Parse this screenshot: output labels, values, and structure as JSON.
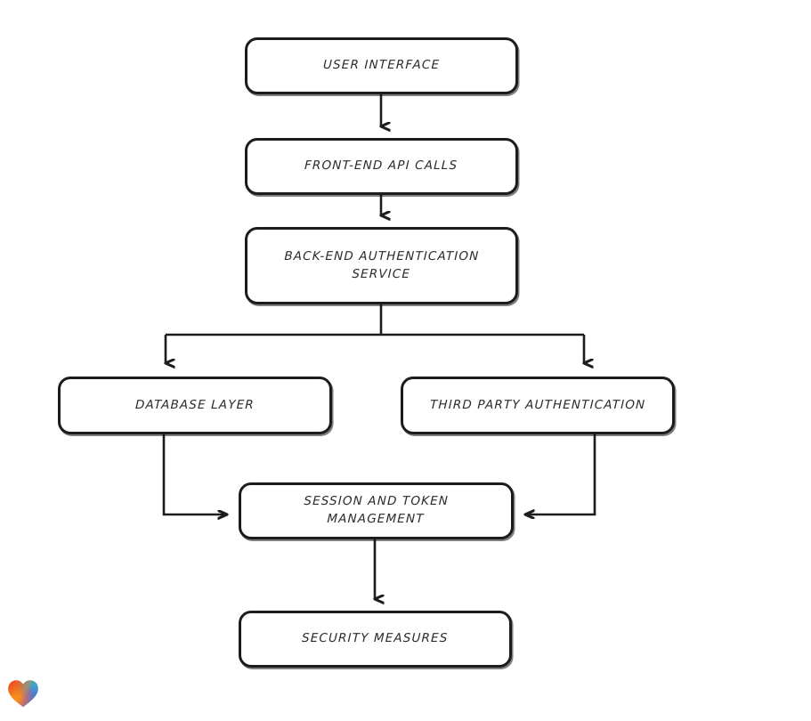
{
  "diagram": {
    "type": "flowchart",
    "orientation": "top-to-bottom",
    "background_color": "#ffffff",
    "stroke_color": "#1c1c1c",
    "text_color": "#2b2b2b",
    "nodes": [
      {
        "id": "user-interface",
        "label": "User Interface",
        "shape": "rounded-rectangle"
      },
      {
        "id": "frontend-api-calls",
        "label": "Front-End API Calls",
        "shape": "rounded-rectangle"
      },
      {
        "id": "backend-auth-service",
        "label": "Back-End Authentication\nService",
        "shape": "rounded-rectangle"
      },
      {
        "id": "database-layer",
        "label": "Database Layer",
        "shape": "rounded-rectangle"
      },
      {
        "id": "third-party-auth",
        "label": "Third Party Authentication",
        "shape": "rounded-rectangle"
      },
      {
        "id": "session-token-mgmt",
        "label": "Session and Token\nManagement",
        "shape": "rounded-rectangle"
      },
      {
        "id": "security-measures",
        "label": "Security Measures",
        "shape": "rounded-rectangle"
      }
    ],
    "edges": [
      {
        "from": "user-interface",
        "to": "frontend-api-calls",
        "style": "straight-arrow",
        "direction": "down"
      },
      {
        "from": "frontend-api-calls",
        "to": "backend-auth-service",
        "style": "straight-arrow",
        "direction": "down"
      },
      {
        "from": "backend-auth-service",
        "to": "database-layer",
        "style": "elbow-arrow",
        "direction": "down-left"
      },
      {
        "from": "backend-auth-service",
        "to": "third-party-auth",
        "style": "elbow-arrow",
        "direction": "down-right"
      },
      {
        "from": "database-layer",
        "to": "session-token-mgmt",
        "style": "elbow-arrow",
        "direction": "down-right"
      },
      {
        "from": "third-party-auth",
        "to": "session-token-mgmt",
        "style": "elbow-arrow",
        "direction": "down-left"
      },
      {
        "from": "session-token-mgmt",
        "to": "security-measures",
        "style": "straight-arrow",
        "direction": "down"
      }
    ]
  },
  "watermark": {
    "icon": "heart-icon",
    "colors": [
      "#e8322a",
      "#f58220",
      "#f5a623",
      "#3f7bd8",
      "#2ab5c8"
    ]
  }
}
